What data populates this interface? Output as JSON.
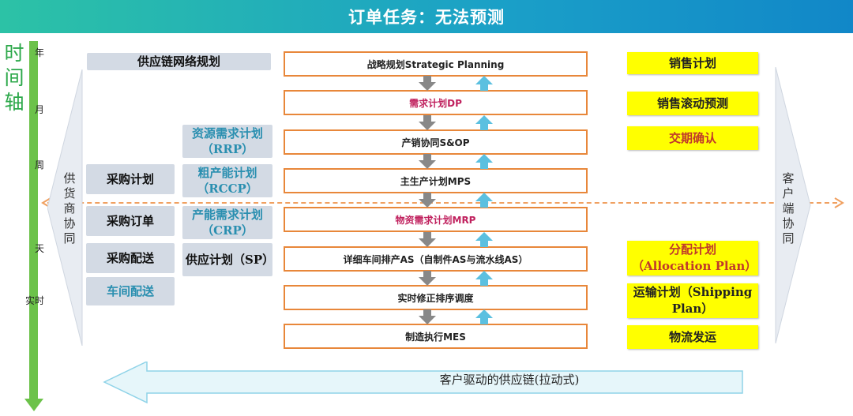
{
  "title": "订单任务：无法预测",
  "timeline": {
    "title_chars": [
      "时",
      "间",
      "轴"
    ],
    "labels": {
      "year": "年",
      "month": "月",
      "week": "周",
      "day": "天",
      "realtime": "实时"
    }
  },
  "left_collab": "供货商协同",
  "right_collab": "客户端协同",
  "left_boxes": {
    "network_planning": "供应链网络规划",
    "purchase_plan": "采购计划",
    "purchase_order": "采购订单",
    "purchase_delivery": "采购配送",
    "workshop_delivery": "车间配送"
  },
  "mid_boxes": {
    "rrp": "资源需求计划（RRP）",
    "rccp": "粗产能计划（RCCP）",
    "crp": "产能需求计划（CRP）",
    "sp": "供应计划（SP）"
  },
  "main_flow": [
    {
      "label": "战略规划Strategic Planning",
      "highlight": false
    },
    {
      "label": "需求计划DP",
      "highlight": true
    },
    {
      "label": "产销协同S&OP",
      "highlight": false
    },
    {
      "label": "主生产计划MPS",
      "highlight": false
    },
    {
      "label": "物资需求计划MRP",
      "highlight": true
    },
    {
      "label": "详细车间排产AS（自制件AS与流水线AS）",
      "highlight": false
    },
    {
      "label": "实时修正排序调度",
      "highlight": false
    },
    {
      "label": "制造执行MES",
      "highlight": false
    }
  ],
  "right_boxes": {
    "sales_plan": "销售计划",
    "rolling_forecast": "销售滚动预测",
    "delivery_confirm": "交期确认",
    "allocation_plan": "分配计划（Allocation Plan）",
    "shipping_plan": "运输计划（Shipping Plan）",
    "logistics": "物流发运"
  },
  "bottom_arrow": "客户驱动的供应链(拉动式)",
  "colors": {
    "timeline": "#6cc24a",
    "flow_border": "#e8873a",
    "down_arrow": "#888888",
    "up_arrow": "#5bc0e0",
    "yellow": "#ffff00",
    "highlight_text": "#c0215e",
    "dashed_line": "#f0a060"
  }
}
